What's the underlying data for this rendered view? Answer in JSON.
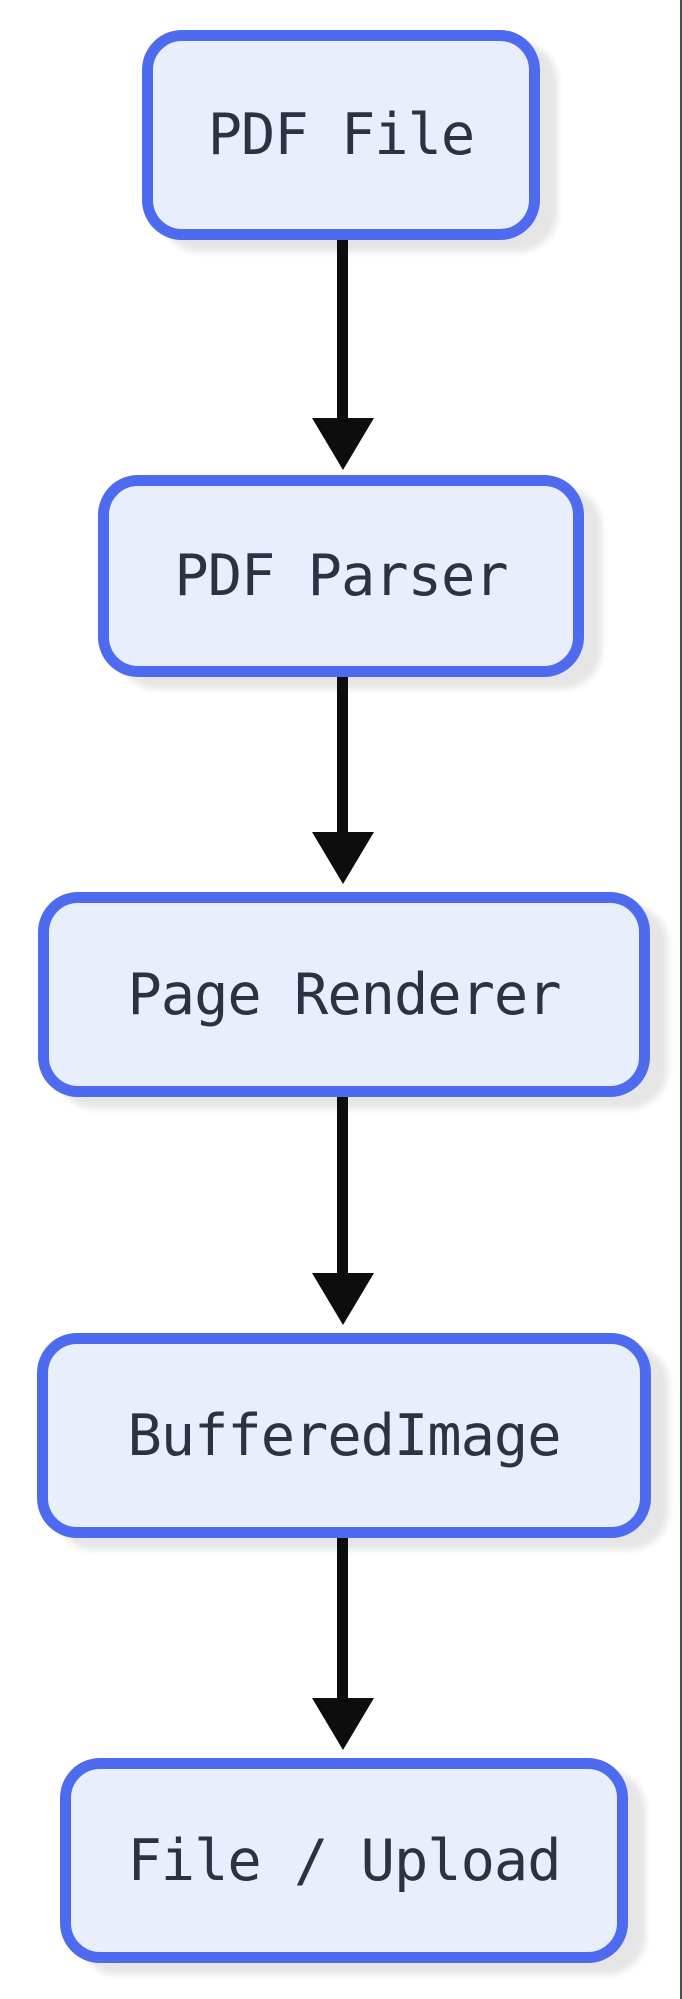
{
  "diagram": {
    "type": "flowchart",
    "direction": "top-down",
    "nodes": [
      {
        "id": "n1",
        "label": "PDF File"
      },
      {
        "id": "n2",
        "label": "PDF Parser"
      },
      {
        "id": "n3",
        "label": "Page Renderer"
      },
      {
        "id": "n4",
        "label": "BufferedImage"
      },
      {
        "id": "n5",
        "label": "File / Upload"
      }
    ],
    "edges": [
      {
        "from": "PDF File",
        "to": "PDF Parser"
      },
      {
        "from": "PDF Parser",
        "to": "Page Renderer"
      },
      {
        "from": "Page Renderer",
        "to": "BufferedImage"
      },
      {
        "from": "BufferedImage",
        "to": "File / Upload"
      }
    ],
    "colors": {
      "node_fill": "#e9eefc",
      "node_border": "#4e6bf0",
      "node_text": "#2e3044",
      "arrow": "#0d0d0d",
      "background": "#ffffff",
      "right_edge_line": "#3a574a",
      "node_shadow": "#ebebeb"
    }
  }
}
